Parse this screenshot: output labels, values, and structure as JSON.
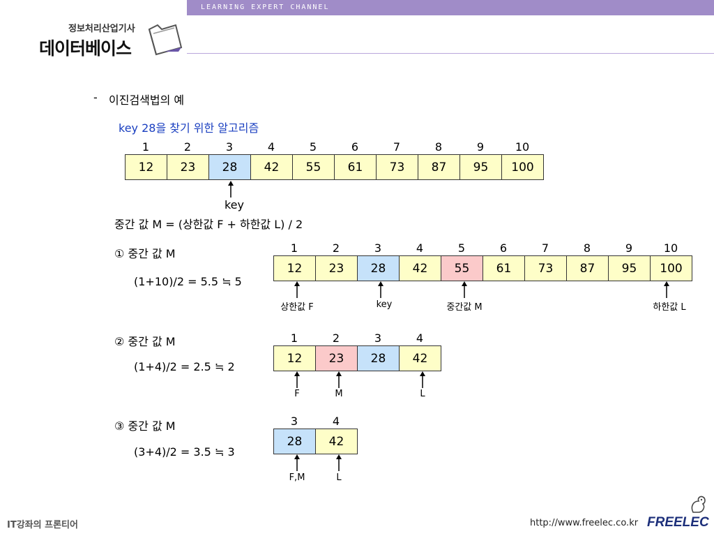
{
  "header": {
    "band_text": "LEARNING EXPERT CHANNEL",
    "cert_text": "정보처리산업기사",
    "title": "데이터베이스",
    "accent": "#a08cc8",
    "icon": "folder-icon"
  },
  "content": {
    "bullet": "-",
    "heading": "이진검색법의 예",
    "sub_heading": "key 28을 찾기 위한 알고리즘",
    "formula": "중간 값 M = (상한값 F + 하한값 L) / 2"
  },
  "array0": {
    "indices": [
      "1",
      "2",
      "3",
      "4",
      "5",
      "6",
      "7",
      "8",
      "9",
      "10"
    ],
    "values": [
      "12",
      "23",
      "28",
      "42",
      "55",
      "61",
      "73",
      "87",
      "95",
      "100"
    ],
    "key_label": "key"
  },
  "step1": {
    "label": "① 중간 값 M",
    "calc": "(1+10)/2 = 5.5 ≒ 5",
    "indices": [
      "1",
      "2",
      "3",
      "4",
      "5",
      "6",
      "7",
      "8",
      "9",
      "10"
    ],
    "values": [
      "12",
      "23",
      "28",
      "42",
      "55",
      "61",
      "73",
      "87",
      "95",
      "100"
    ],
    "pointers": [
      "상한값 F",
      "key",
      "중간값 M",
      "하한값 L"
    ]
  },
  "step2": {
    "label": "② 중간 값 M",
    "calc": "(1+4)/2 = 2.5 ≒ 2",
    "indices": [
      "1",
      "2",
      "3",
      "4"
    ],
    "values": [
      "12",
      "23",
      "28",
      "42"
    ],
    "pointers": [
      "F",
      "M",
      "L"
    ]
  },
  "step3": {
    "label": "③ 중간 값 M",
    "calc": "(3+4)/2 = 3.5 ≒ 3",
    "indices": [
      "3",
      "4"
    ],
    "values": [
      "28",
      "42"
    ],
    "pointers": [
      "F,M",
      "L"
    ]
  },
  "colors": {
    "cell": "#fefec8",
    "target": "#c6e2fa",
    "middle": "#fbcaca",
    "sub_heading": "#1a3fc0"
  },
  "footer": {
    "left": "IT강좌의 프론티어",
    "url": "http://www.freelec.co.kr",
    "brand": "FREELEC",
    "icon": "mascot-icon"
  }
}
